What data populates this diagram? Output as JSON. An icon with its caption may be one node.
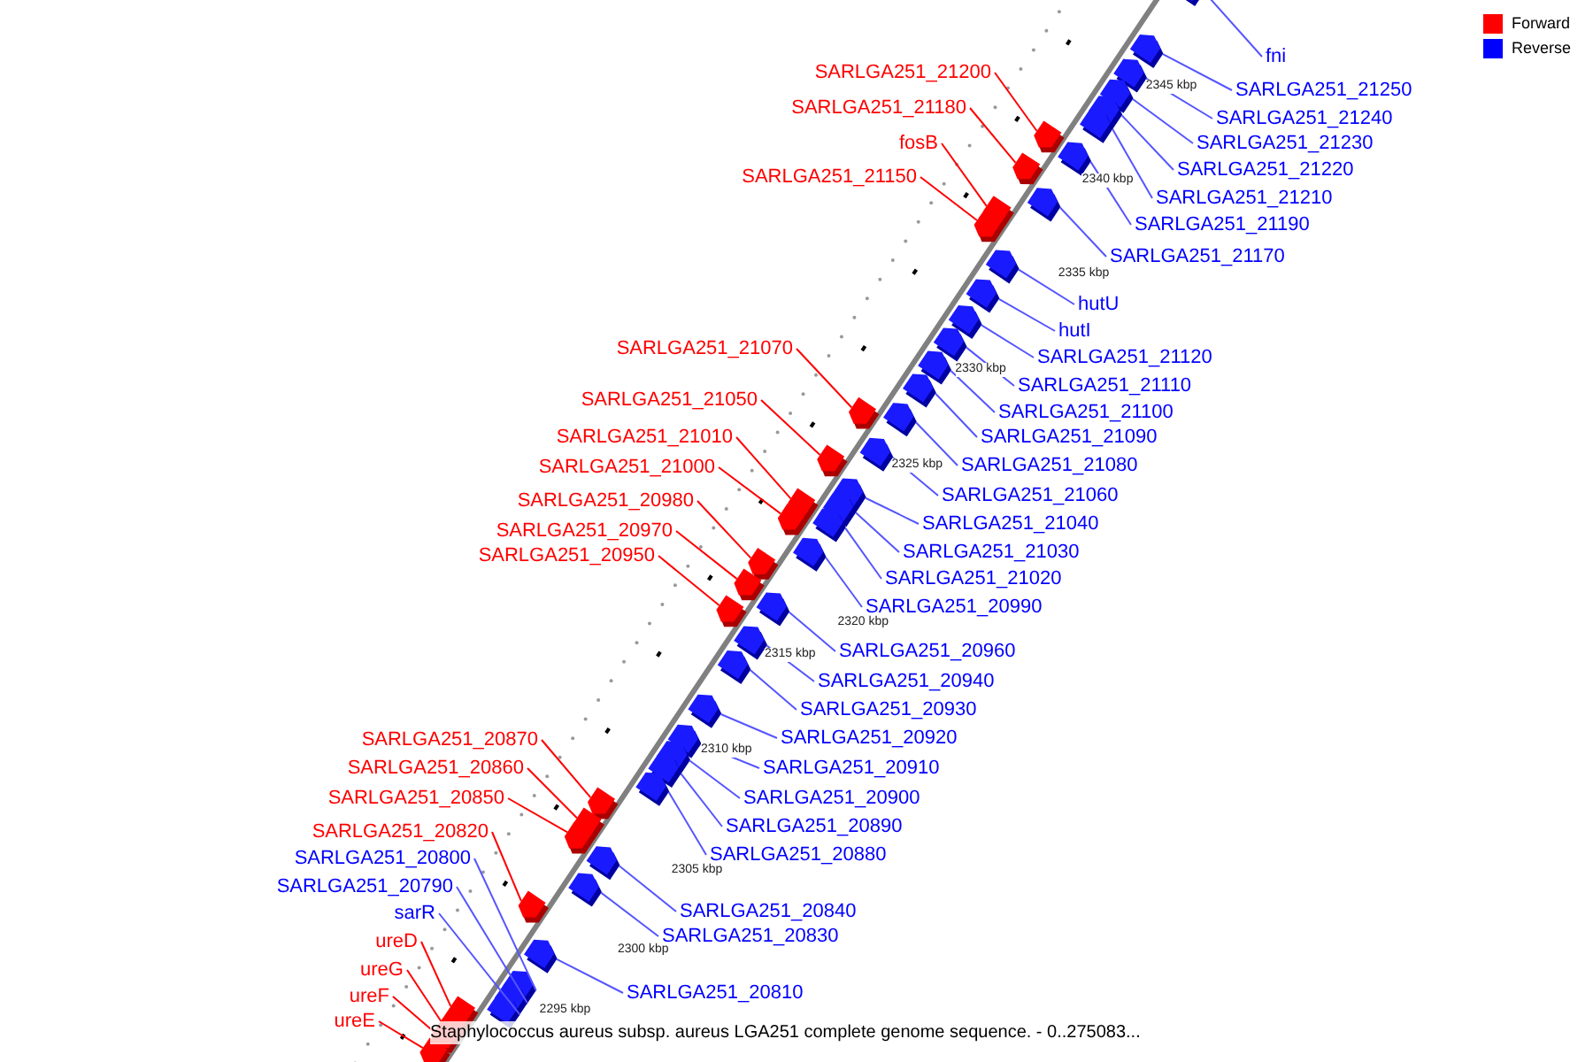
{
  "diagram": {
    "caption": "Staphylococcus aureus subsp. aureus LGA251 complete genome sequence. - 0..275083...",
    "nodes": [
      {
        "text": [
          "SARLGA251_21200"
        ]
      },
      {
        "text": [
          "SARLGA251_21180"
        ]
      },
      {
        "text": [
          "fosB"
        ]
      },
      {
        "text": [
          "SARLGA251_21150"
        ]
      },
      {
        "text": [
          "fni"
        ]
      },
      {
        "text": [
          "SARLGA251_21250"
        ]
      },
      {
        "text": [
          "SARLGA251_21240"
        ]
      },
      {
        "text": [
          "SARLGA251_21230"
        ]
      },
      {
        "text": [
          "SARLGA251_21220"
        ]
      },
      {
        "text": [
          "SARLGA251_21210"
        ]
      },
      {
        "text": [
          "SARLGA251_21190"
        ]
      },
      {
        "text": [
          "SARLGA251_21170"
        ]
      },
      {
        "text": [
          "hutU"
        ]
      },
      {
        "text": [
          "hutI"
        ]
      },
      {
        "text": [
          "SARLGA251_21120"
        ]
      },
      {
        "text": [
          "SARLGA251_21110"
        ]
      },
      {
        "text": [
          "SARLGA251_21100"
        ]
      },
      {
        "text": [
          "SARLGA251_21090"
        ]
      },
      {
        "text": [
          "SARLGA251_21080"
        ]
      },
      {
        "text": [
          "SARLGA251_21060"
        ]
      },
      {
        "text": [
          "SARLGA251_21040"
        ]
      },
      {
        "text": [
          "SARLGA251_21030"
        ]
      },
      {
        "text": [
          "SARLGA251_21020"
        ]
      },
      {
        "text": [
          "SARLGA251_20990"
        ]
      },
      {
        "text": [
          "SARLGA251_21070"
        ]
      },
      {
        "text": [
          "SARLGA251_21050"
        ]
      },
      {
        "text": [
          "SARLGA251_21010"
        ]
      },
      {
        "text": [
          "SARLGA251_21000"
        ]
      },
      {
        "text": [
          "SARLGA251_20980"
        ]
      },
      {
        "text": [
          "SARLGA251_20970"
        ]
      },
      {
        "text": [
          "SARLGA251_20950"
        ]
      },
      {
        "text": [
          "SARLGA251_20960"
        ]
      },
      {
        "text": [
          "SARLGA251_20940"
        ]
      },
      {
        "text": [
          "SARLGA251_20930"
        ]
      },
      {
        "text": [
          "SARLGA251_20920"
        ]
      },
      {
        "text": [
          "SARLGA251_20910"
        ]
      },
      {
        "text": [
          "SARLGA251_20900"
        ]
      },
      {
        "text": [
          "SARLGA251_20890"
        ]
      },
      {
        "text": [
          "SARLGA251_20880"
        ]
      },
      {
        "text": [
          "SARLGA251_20870"
        ]
      },
      {
        "text": [
          "SARLGA251_20860"
        ]
      },
      {
        "text": [
          "SARLGA251_20850"
        ]
      },
      {
        "text": [
          "SARLGA251_20820"
        ]
      },
      {
        "text": [
          "SARLGA251_20800"
        ]
      },
      {
        "text": [
          "SARLGA251_20790"
        ]
      },
      {
        "text": [
          "sarR"
        ]
      },
      {
        "text": [
          "ureD"
        ]
      },
      {
        "text": [
          "ureG"
        ]
      },
      {
        "text": [
          "ureF"
        ]
      },
      {
        "text": [
          "ureE"
        ]
      },
      {
        "text": [
          "SARLGA251_20840"
        ]
      },
      {
        "text": [
          "SARLGA251_20830"
        ]
      },
      {
        "text": [
          "SARLGA251_20810"
        ]
      },
      {
        "text": [],
        "shape": "box"
      },
      {
        "text": [],
        "shape": "box"
      },
      {
        "text": [],
        "shape": "box"
      },
      {
        "text": [],
        "shape": "box"
      },
      {
        "text": [],
        "shape": "box"
      },
      {
        "text": [],
        "shape": "box"
      },
      {
        "text": [],
        "shape": "box"
      },
      {
        "text": [],
        "shape": "box"
      },
      {
        "text": [],
        "shape": "box"
      },
      {
        "text": [],
        "shape": "box"
      },
      {
        "text": [],
        "shape": "box"
      },
      {
        "text": [],
        "shape": "box"
      },
      {
        "text": [],
        "shape": "box"
      },
      {
        "text": [],
        "shape": "box"
      },
      {
        "text": [],
        "shape": "box"
      },
      {
        "text": [],
        "shape": "box"
      },
      {
        "text": [],
        "shape": "box"
      },
      {
        "text": [],
        "shape": "box"
      },
      {
        "text": [],
        "shape": "box"
      },
      {
        "text": [],
        "shape": "box"
      },
      {
        "text": [],
        "shape": "box"
      },
      {
        "text": [],
        "shape": "box"
      },
      {
        "text": [],
        "shape": "box"
      },
      {
        "text": [],
        "shape": "box"
      },
      {
        "text": [],
        "shape": "box"
      },
      {
        "text": [],
        "shape": "box"
      },
      {
        "text": [],
        "shape": "box"
      },
      {
        "text": [],
        "shape": "box"
      },
      {
        "text": [],
        "shape": "box"
      },
      {
        "text": [],
        "shape": "box"
      },
      {
        "text": [],
        "shape": "box"
      },
      {
        "text": [],
        "shape": "box"
      },
      {
        "text": [],
        "shape": "box"
      },
      {
        "text": [],
        "shape": "box"
      },
      {
        "text": [],
        "shape": "box"
      },
      {
        "text": [],
        "shape": "box"
      },
      {
        "text": [],
        "shape": "box"
      },
      {
        "text": [],
        "shape": "box"
      },
      {
        "text": [],
        "shape": "box"
      },
      {
        "text": [],
        "shape": "box"
      },
      {
        "text": [],
        "shape": "box"
      },
      {
        "text": [],
        "shape": "box"
      },
      {
        "text": [],
        "shape": "box"
      },
      {
        "text": [],
        "shape": "box"
      },
      {
        "text": [],
        "shape": "box"
      },
      {
        "text": [],
        "shape": "box"
      },
      {
        "text": [],
        "shape": "box"
      },
      {
        "text": [],
        "shape": "box"
      },
      {
        "text": [],
        "shape": "box"
      },
      {
        "text": [],
        "shape": "box"
      },
      {
        "text": [],
        "shape": "box"
      },
      {
        "text": [],
        "shape": "box"
      },
      {
        "text": [],
        "shape": "box"
      }
    ],
    "edges": [
      {
        "from": 0,
        "to": 57,
        "arrow": "none",
        "color": "#ff0000"
      },
      {
        "from": 1,
        "to": 60,
        "arrow": "none",
        "color": "#ff0000"
      },
      {
        "from": 2,
        "to": 62,
        "arrow": "none",
        "color": "#ff0000"
      },
      {
        "from": 3,
        "to": 63,
        "arrow": "none",
        "color": "#ff0000"
      },
      {
        "from": 4,
        "to": 53,
        "arrow": "none"
      },
      {
        "from": 5,
        "to": 54,
        "arrow": "none"
      },
      {
        "from": 6,
        "to": 55,
        "arrow": "none"
      },
      {
        "from": 7,
        "to": 56,
        "arrow": "none"
      },
      {
        "from": 8,
        "to": 58,
        "arrow": "none"
      },
      {
        "from": 9,
        "to": 59,
        "arrow": "none"
      },
      {
        "from": 10,
        "to": 61,
        "arrow": "none"
      },
      {
        "from": 11,
        "to": 64,
        "arrow": "none"
      },
      {
        "from": 12,
        "to": 65,
        "arrow": "none"
      },
      {
        "from": 13,
        "to": 66,
        "arrow": "none"
      },
      {
        "from": 14,
        "to": 67,
        "arrow": "none"
      },
      {
        "from": 15,
        "to": 68,
        "arrow": "none"
      },
      {
        "from": 16,
        "to": 69,
        "arrow": "none"
      },
      {
        "from": 17,
        "to": 71,
        "arrow": "none"
      },
      {
        "from": 18,
        "to": 72,
        "arrow": "none"
      },
      {
        "from": 19,
        "to": 74,
        "arrow": "none"
      },
      {
        "from": 20,
        "to": 77,
        "arrow": "none"
      },
      {
        "from": 21,
        "to": 78,
        "arrow": "none"
      },
      {
        "from": 22,
        "to": 79,
        "arrow": "none"
      },
      {
        "from": 23,
        "to": 82,
        "arrow": "none"
      },
      {
        "from": 24,
        "to": 70,
        "arrow": "none",
        "color": "#ff0000"
      },
      {
        "from": 25,
        "to": 73,
        "arrow": "none",
        "color": "#ff0000"
      },
      {
        "from": 26,
        "to": 75,
        "arrow": "none",
        "color": "#ff0000"
      },
      {
        "from": 27,
        "to": 76,
        "arrow": "none",
        "color": "#ff0000"
      },
      {
        "from": 28,
        "to": 80,
        "arrow": "none",
        "color": "#ff0000"
      },
      {
        "from": 29,
        "to": 81,
        "arrow": "none",
        "color": "#ff0000"
      },
      {
        "from": 30,
        "to": 83,
        "arrow": "none",
        "color": "#ff0000"
      },
      {
        "from": 31,
        "to": 84,
        "arrow": "none"
      },
      {
        "from": 32,
        "to": 85,
        "arrow": "none"
      },
      {
        "from": 33,
        "to": 86,
        "arrow": "none"
      },
      {
        "from": 34,
        "to": 87,
        "arrow": "none"
      },
      {
        "from": 35,
        "to": 88,
        "arrow": "none"
      },
      {
        "from": 36,
        "to": 89,
        "arrow": "none"
      },
      {
        "from": 37,
        "to": 90,
        "arrow": "none"
      },
      {
        "from": 38,
        "to": 92,
        "arrow": "none"
      },
      {
        "from": 39,
        "to": 91,
        "arrow": "none",
        "color": "#ff0000"
      },
      {
        "from": 40,
        "to": 93,
        "arrow": "none",
        "color": "#ff0000"
      },
      {
        "from": 41,
        "to": 94,
        "arrow": "none",
        "color": "#ff0000"
      },
      {
        "from": 42,
        "to": 96,
        "arrow": "none",
        "color": "#ff0000"
      },
      {
        "from": 43,
        "to": 98,
        "arrow": "none"
      },
      {
        "from": 44,
        "to": 99,
        "arrow": "none"
      },
      {
        "from": 45,
        "to": 101,
        "arrow": "none"
      },
      {
        "from": 46,
        "to": 102,
        "arrow": "none",
        "color": "#ff0000"
      },
      {
        "from": 47,
        "to": 103,
        "arrow": "none",
        "color": "#ff0000"
      },
      {
        "from": 48,
        "to": 104,
        "arrow": "none",
        "color": "#ff0000"
      },
      {
        "from": 49,
        "to": 105,
        "arrow": "none",
        "color": "#ff0000"
      },
      {
        "from": 50,
        "to": 95,
        "arrow": "none"
      },
      {
        "from": 51,
        "to": 97,
        "arrow": "none"
      },
      {
        "from": 52,
        "to": 100,
        "arrow": "none"
      }
    ],
    "labels": [
      "2345 kbp",
      "2340 kbp",
      "2335 kbp",
      "2330 kbp",
      "2325 kbp",
      "2320 kbp",
      "2315 kbp",
      "2310 kbp",
      "2305 kbp",
      "2300 kbp",
      "2295 kbp"
    ],
    "legend": [
      {
        "text": "Forward",
        "color": "#ff0000"
      },
      {
        "text": "Reverse",
        "color": "#0000ff"
      }
    ]
  }
}
